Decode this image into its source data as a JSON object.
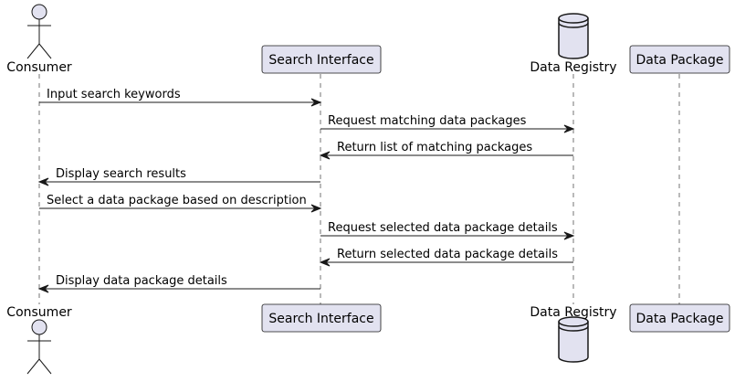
{
  "colors": {
    "participant_fill": "#E2E2F0",
    "participant_stroke": "#181818",
    "line": "#181818",
    "lifeline": "#181818",
    "background": "#FFFFFF"
  },
  "participants": [
    {
      "id": "consumer",
      "name": "Consumer",
      "kind": "actor"
    },
    {
      "id": "search",
      "name": "Search Interface",
      "kind": "participant"
    },
    {
      "id": "registry",
      "name": "Data Registry",
      "kind": "database"
    },
    {
      "id": "package",
      "name": "Data Package",
      "kind": "participant"
    }
  ],
  "messages": [
    {
      "from": "consumer",
      "to": "search",
      "label": "Input search keywords",
      "style": "solid"
    },
    {
      "from": "search",
      "to": "registry",
      "label": "Request matching data packages",
      "style": "solid"
    },
    {
      "from": "registry",
      "to": "search",
      "label": "Return list of matching packages",
      "style": "solid"
    },
    {
      "from": "search",
      "to": "consumer",
      "label": "Display search results",
      "style": "solid"
    },
    {
      "from": "consumer",
      "to": "search",
      "label": "Select a data package based on description",
      "style": "solid"
    },
    {
      "from": "search",
      "to": "registry",
      "label": "Request selected data package details",
      "style": "solid"
    },
    {
      "from": "registry",
      "to": "search",
      "label": "Return selected data package details",
      "style": "solid"
    },
    {
      "from": "search",
      "to": "consumer",
      "label": "Display data package details",
      "style": "solid"
    }
  ]
}
